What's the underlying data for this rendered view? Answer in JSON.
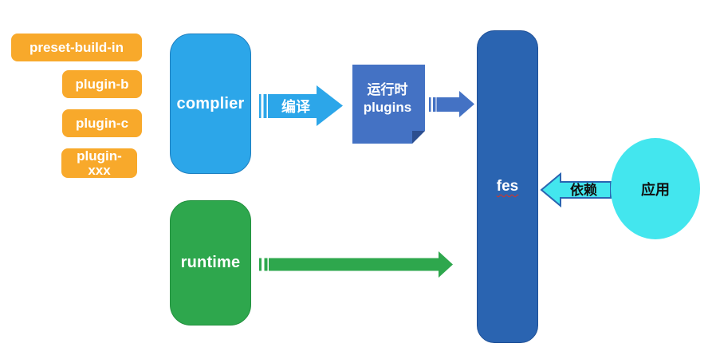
{
  "colors": {
    "orange": "#F8A92B",
    "compiler_blue": "#2CA6E9",
    "compiler_blue_border": "#1E7FBF",
    "runtime_green": "#2EA74D",
    "runtime_green_border": "#23913F",
    "fes_blue": "#2A64B1",
    "fes_blue_border": "#1F5097",
    "plugins_blue": "#4472C4",
    "plugins_fold_blue": "#2C4E8F",
    "cyan": "#43E6EE",
    "text_white": "#FFFFFF",
    "text_black": "#111111",
    "squiggle_red": "#E0311F"
  },
  "plugin_stack": {
    "items": [
      {
        "label": "preset-build-in"
      },
      {
        "label": "plugin-b"
      },
      {
        "label": "plugin-c"
      },
      {
        "label": "plugin-xxx"
      }
    ]
  },
  "nodes": {
    "complier": {
      "label": "complier"
    },
    "runtime": {
      "label": "runtime"
    },
    "runtime_plugins": {
      "line1": "运行时",
      "line2": "plugins"
    },
    "fes": {
      "label": "fes"
    },
    "app": {
      "label": "应用"
    }
  },
  "arrows": {
    "compile": {
      "label": "编译"
    },
    "depends": {
      "label": "依赖"
    }
  }
}
